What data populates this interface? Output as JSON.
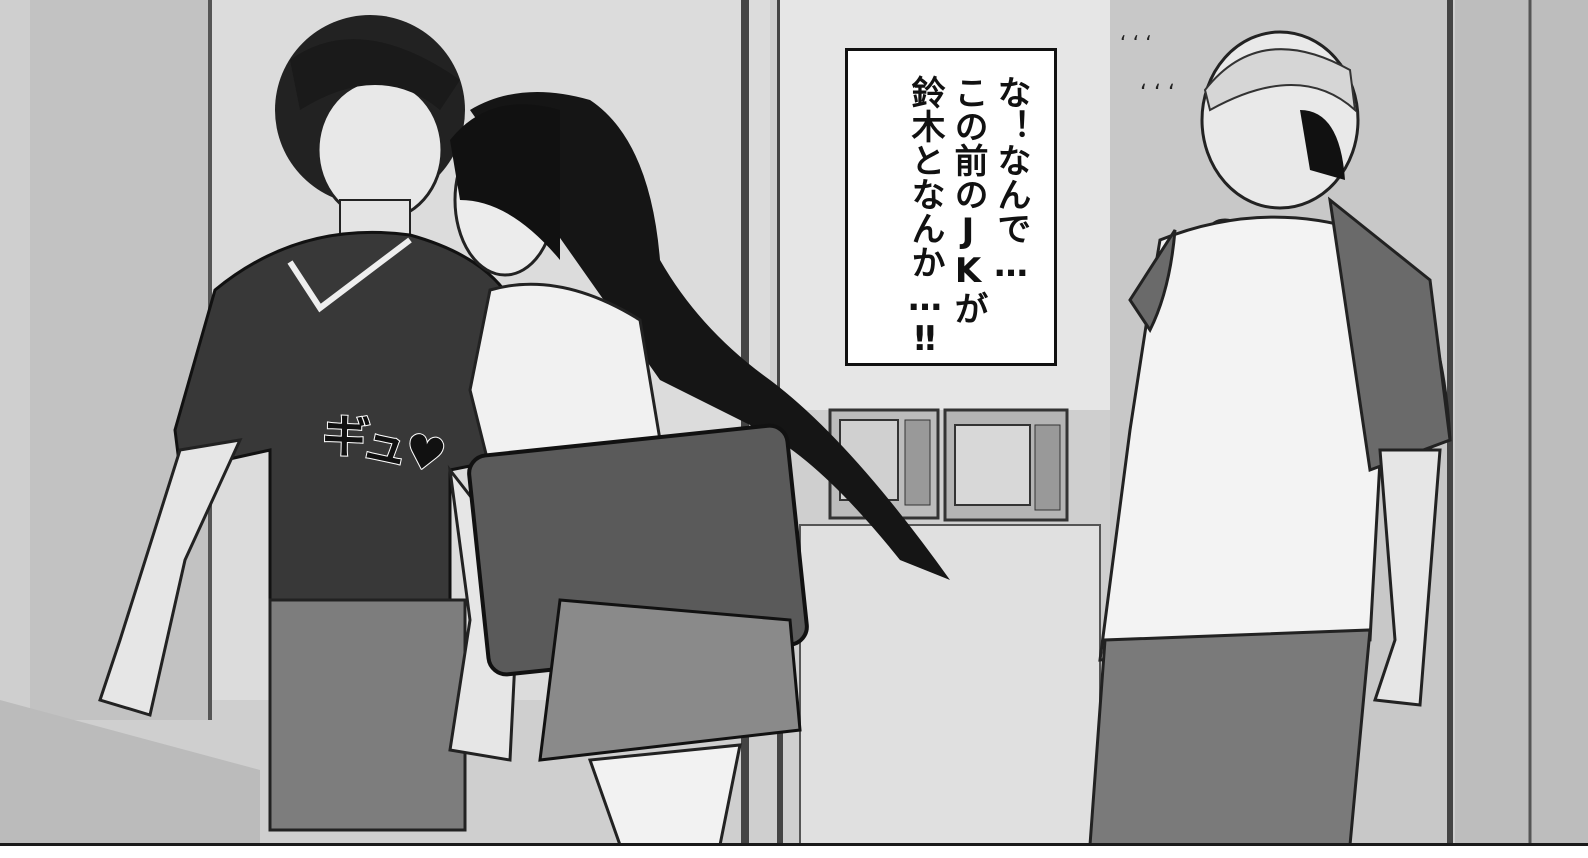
{
  "speech": {
    "line1": "な！なんで…",
    "line2": "この前のJKが",
    "line3": "鈴木となんか…‼"
  },
  "sfx": {
    "hug": "ギュ♥"
  },
  "colors": {
    "panel_border": "#111111",
    "speech_background": "#ffffff",
    "shirt_dark": "#3a3a3a",
    "background_gray": "#d4d4d4"
  }
}
